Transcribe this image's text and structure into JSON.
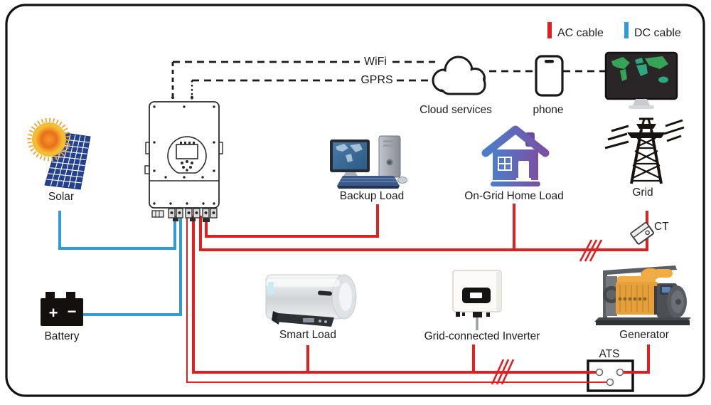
{
  "colors": {
    "ac": "#e02020",
    "dc": "#2f9cd8",
    "ink": "#1d1d1d"
  },
  "legend": {
    "ac_label": "AC cable",
    "dc_label": "DC cable"
  },
  "comm": {
    "wifi": "WiFi",
    "gprs": "GPRS"
  },
  "nodes": {
    "cloud": {
      "label": "Cloud services"
    },
    "phone": {
      "label": "phone"
    },
    "solar": {
      "label": "Solar"
    },
    "battery": {
      "label": "Battery",
      "plus": "+",
      "minus": "−"
    },
    "backup_load": {
      "label": "Backup Load"
    },
    "home_load": {
      "label": "On-Grid Home Load"
    },
    "grid": {
      "label": "Grid"
    },
    "ct": {
      "label": "CT"
    },
    "smart_load": {
      "label": "Smart Load"
    },
    "grid_inverter": {
      "label": "Grid-connected Inverter"
    },
    "generator": {
      "label": "Generator"
    },
    "ats": {
      "label": "ATS"
    }
  }
}
